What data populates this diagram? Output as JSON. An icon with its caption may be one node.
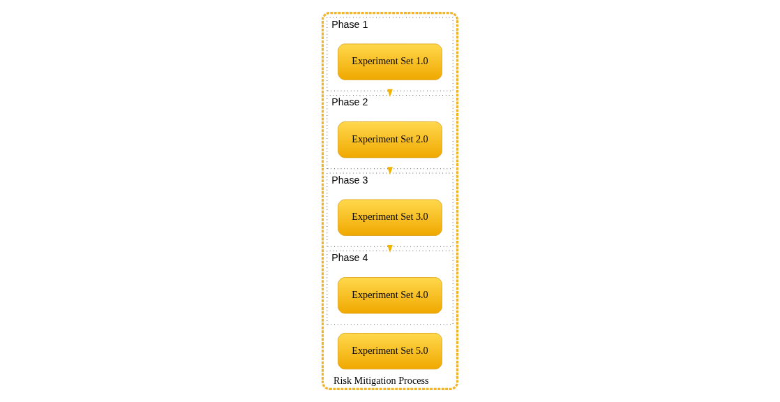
{
  "diagram": {
    "nodes": [
      {
        "text": [
          "Risk Mitigation Process"
        ]
      },
      {
        "text": [
          "Phase 1"
        ],
        "in": 0
      },
      {
        "text": [
          "Experiment Set 1.0"
        ],
        "in": 1
      },
      {
        "text": [
          "Phase 2"
        ],
        "in": 0
      },
      {
        "text": [
          "Experiment Set 2.0"
        ],
        "in": 3
      },
      {
        "text": [
          "Phase 3"
        ],
        "in": 0
      },
      {
        "text": [
          "Experiment Set 3.0"
        ],
        "in": 5
      },
      {
        "text": [
          "Phase 4"
        ],
        "in": 0
      },
      {
        "text": [
          "Experiment Set 4.0"
        ],
        "in": 7
      },
      {
        "text": [
          "Experiment Set 5.0"
        ],
        "in": 0
      }
    ],
    "edges": [
      {
        "from": 1,
        "to": 3,
        "arrow": "to"
      },
      {
        "from": 3,
        "to": 5,
        "arrow": "to"
      },
      {
        "from": 5,
        "to": 7,
        "arrow": "to"
      }
    ]
  }
}
